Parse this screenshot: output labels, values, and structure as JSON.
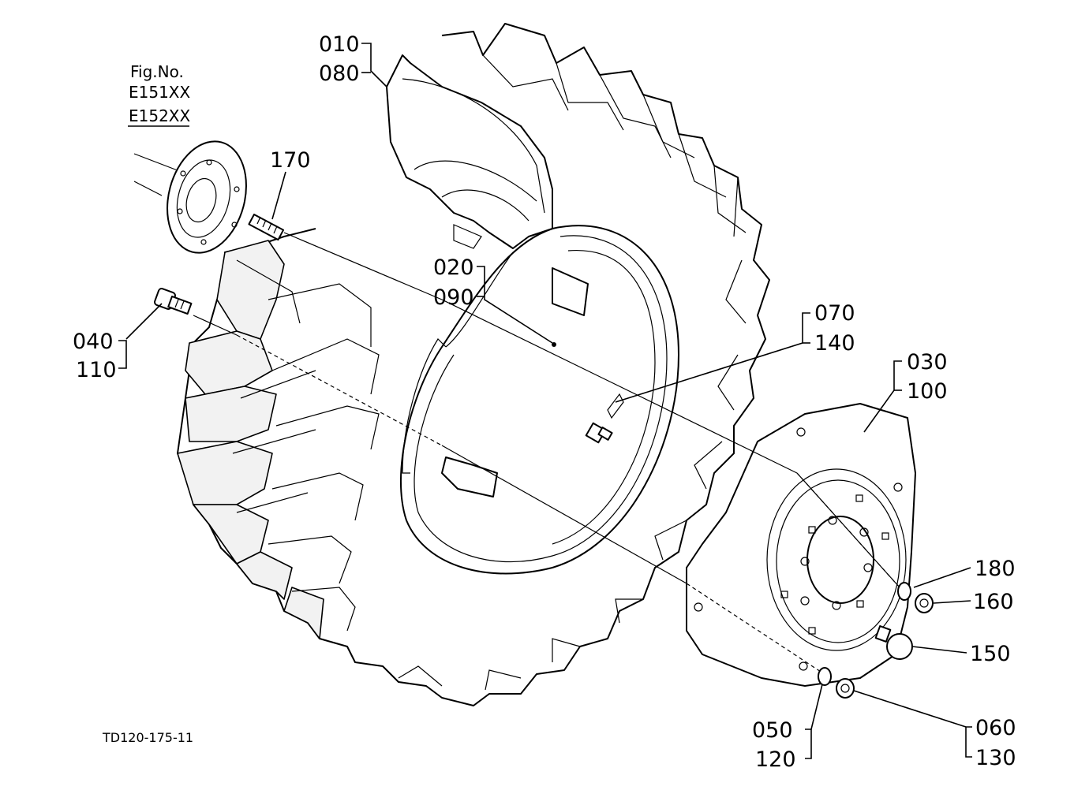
{
  "figure": {
    "fig_no_label": "Fig.No.",
    "fig_codes": [
      "E151XX",
      "E152XX"
    ],
    "drawing_code": "TD120-175-11"
  },
  "callouts": [
    {
      "id": "tire",
      "lines": [
        "010",
        "080"
      ]
    },
    {
      "id": "tube",
      "lines": [
        "020",
        "090"
      ]
    },
    {
      "id": "valve",
      "lines": [
        "070",
        "140"
      ]
    },
    {
      "id": "disc",
      "lines": [
        "030",
        "100"
      ]
    },
    {
      "id": "bolt",
      "lines": [
        "040",
        "110"
      ]
    },
    {
      "id": "stud",
      "lines": [
        "170"
      ]
    },
    {
      "id": "lockwasher-a",
      "lines": [
        "180"
      ]
    },
    {
      "id": "nut-a",
      "lines": [
        "160"
      ]
    },
    {
      "id": "hub-bolt",
      "lines": [
        "150"
      ]
    },
    {
      "id": "lockwasher-b",
      "lines": [
        "050",
        "120"
      ]
    },
    {
      "id": "nut-b",
      "lines": [
        "060",
        "130"
      ]
    }
  ]
}
